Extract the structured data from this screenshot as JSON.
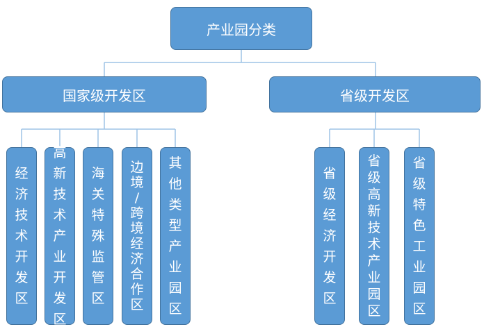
{
  "root": {
    "label": "产业园分类"
  },
  "national": {
    "label": "国家级开发区",
    "children": [
      {
        "label": "经\n济\n技\n术\n开\n发\n区"
      },
      {
        "label": "高\n新\n技\n术\n产\n业\n开\n发\n区"
      },
      {
        "label": "海\n关\n特\n殊\n监\n管\n区"
      },
      {
        "label": "边\n境\n/\n跨\n境\n经\n济\n合\n作\n区"
      },
      {
        "label": "其\n他\n类\n型\n产\n业\n园\n区"
      }
    ]
  },
  "provincial": {
    "label": "省级开发区",
    "children": [
      {
        "label": "省\n级\n经\n济\n开\n发\n区"
      },
      {
        "label": "省\n级\n高\n新\n技\n术\n产\n业\n园\n区"
      },
      {
        "label": "省\n级\n特\n色\n工\n业\n园\n区"
      }
    ]
  },
  "colors": {
    "box_fill": "#5b9bd5",
    "box_border": "#41719c",
    "connector": "#9dc3e6"
  }
}
